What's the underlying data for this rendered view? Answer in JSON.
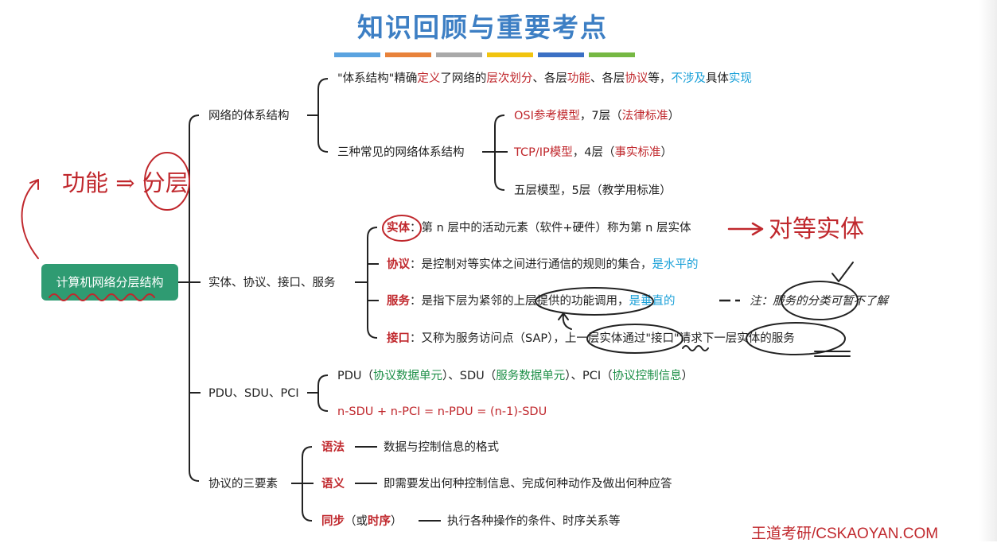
{
  "title": "知识回顾与重要考点",
  "bar_colors": [
    "#5aa3e0",
    "#e8823a",
    "#a9a9a9",
    "#f1c40f",
    "#3b70c4",
    "#76b843"
  ],
  "root": "计算机网络分层结构",
  "handwriting": {
    "left_note": "功能 ⇒ 分层",
    "entity_note": "对等实体"
  },
  "branches": {
    "arch": {
      "label": "网络的体系结构",
      "def": {
        "p1": "\"体系结构\"精确",
        "p2": "定义",
        "p3": "了网络的",
        "p4": "层次划分",
        "p5": "、各层",
        "p6": "功能",
        "p7": "、各层",
        "p8": "协议",
        "p9": "等，",
        "p10": "不涉及",
        "p11": "具体",
        "p12": "实现"
      },
      "models_label": "三种常见的网络体系结构",
      "osi": {
        "a": "OSI参考模型",
        "b": "，7层（",
        "c": "法律标准",
        "d": "）"
      },
      "tcp": {
        "a": "TCP/IP模型",
        "b": "，4层（",
        "c": "事实标准",
        "d": "）"
      },
      "five": "五层模型，5层（教学用标准）"
    },
    "entity": {
      "label": "实体、协议、接口、服务",
      "entity": {
        "k": "实体",
        "v": "：第 n 层中的活动元素（软件+硬件）称为第 n 层实体"
      },
      "protocol": {
        "k": "协议",
        "v": "：是控制对等实体之间进行通信的规则的集合，",
        "b": "是水平的"
      },
      "service": {
        "k": "服务",
        "v": "：是指下层为紧邻的上层提供的功能调用，",
        "b": "是垂直的",
        "note": "注：服务的分类可暂不了解"
      },
      "interface": {
        "k": "接口",
        "v": "：又称为服务访问点（SAP），上一层实体通过\"接口\"请求下一层实体的服务"
      }
    },
    "pdu": {
      "label": "PDU、SDU、PCI",
      "line1": {
        "a": "PDU（",
        "b": "协议数据单元",
        "c": "）、SDU（",
        "d": "服务数据单元",
        "e": "）、PCI（",
        "f": "协议控制信息",
        "g": "）"
      },
      "line2": "n-SDU + n-PCI = n-PDU = (n-1)-SDU"
    },
    "elements": {
      "label": "协议的三要素",
      "syntax": {
        "k": "语法",
        "v": "数据与控制信息的格式"
      },
      "semantic": {
        "k": "语义",
        "v": "即需要发出何种控制信息、完成何种动作及做出何种应答"
      },
      "sync": {
        "k": "同步",
        "paren_a": "（或",
        "paren_b": "时序",
        "paren_c": "）",
        "v": "执行各种操作的条件、时序关系等"
      }
    }
  },
  "watermark": "王道考研/CSKAOYAN.COM"
}
